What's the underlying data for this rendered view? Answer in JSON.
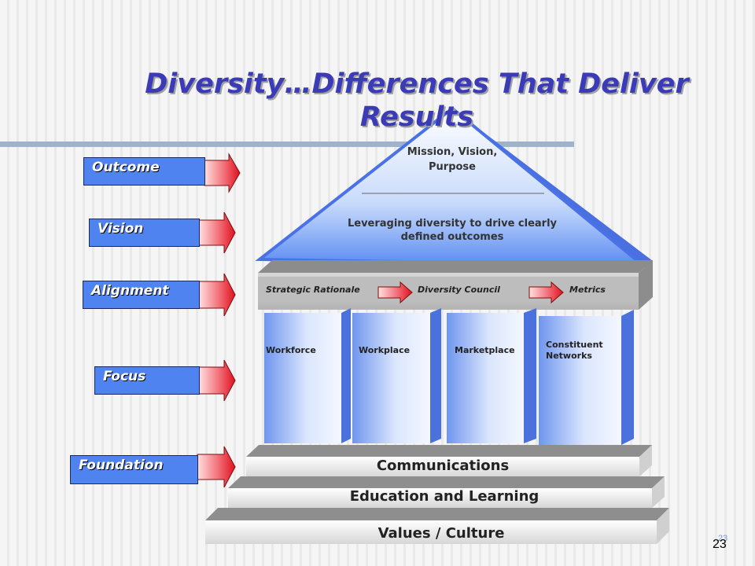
{
  "title": "Diversity…Differences That Deliver Results",
  "labels": {
    "outcome": "Outcome",
    "vision": "Vision",
    "alignment": "Alignment",
    "focus": "Focus",
    "foundation": "Foundation"
  },
  "roof": {
    "mission": "Mission, Vision, Purpose",
    "leveraging": "Leveraging diversity to drive clearly defined outcomes"
  },
  "beam": {
    "strategic": "Strategic Rationale",
    "council": "Diversity Council",
    "metrics": "Metrics"
  },
  "pillars": {
    "workforce": "Workforce",
    "workplace": "Workplace",
    "marketplace": "Marketplace",
    "constituent": "Constituent Networks"
  },
  "steps": {
    "communications": "Communications",
    "education": "Education and Learning",
    "values": "Values / Culture"
  },
  "slide_number": "23",
  "colors": {
    "title": "#3b3bb8",
    "label_fill": "#4f83f0",
    "arrow": "#e8202a",
    "pillar": "#5a86ea"
  }
}
